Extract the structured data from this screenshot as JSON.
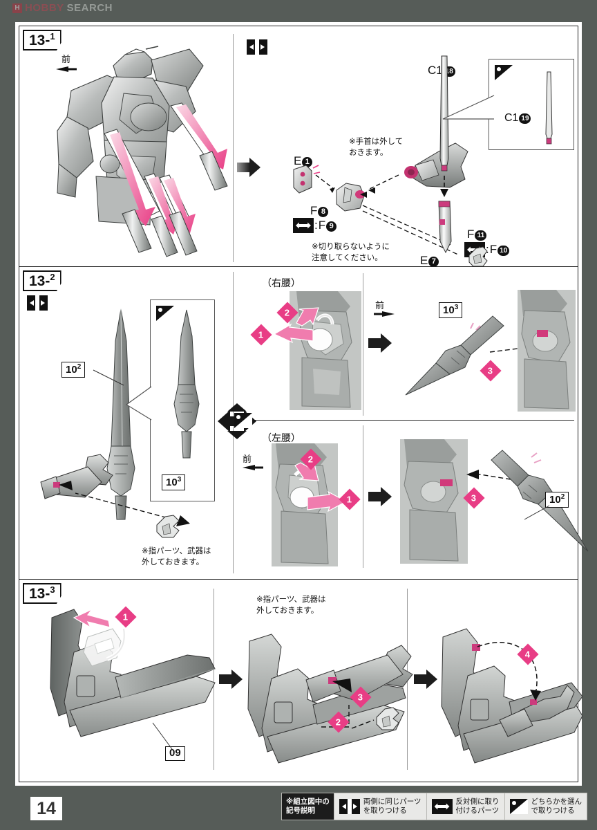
{
  "watermark": {
    "mark": "⬛",
    "hobby": "HOBBY",
    "search": "SEARCH"
  },
  "page": {
    "number": "14"
  },
  "colors": {
    "page_background": "#565c58",
    "sheet": "#ffffff",
    "accent_pink": "#e83d85",
    "ink": "#111111"
  },
  "sections": [
    {
      "id": "13-1",
      "badge_main": "13",
      "badge_sub": "1",
      "symbol": "both-sides-icon",
      "front_label": "前",
      "notes": [
        "※手首は外して\nおきます。",
        "※切り取らないように\n注意してください。"
      ],
      "part_codes": [
        {
          "code": "E",
          "num": "1"
        },
        {
          "code": "F",
          "num": "8"
        },
        {
          "code": "F",
          "num": "9"
        },
        {
          "code": "E",
          "num": "7"
        },
        {
          "code": "F",
          "num": "11"
        },
        {
          "code": "F",
          "num": "10"
        },
        {
          "code": "C1",
          "num": "18"
        },
        {
          "code": "C1",
          "num": "19"
        }
      ],
      "inset": {
        "symbol": "choose-one-icon",
        "label_code": "C1",
        "label_num": "19"
      }
    },
    {
      "id": "13-2",
      "badge_main": "13",
      "badge_sub": "2",
      "symbol": "both-sides-icon",
      "inset": {
        "symbol": "choose-one-icon",
        "ref": "10-3"
      },
      "refs": [
        {
          "main": "10",
          "sup": "2"
        },
        {
          "main": "10",
          "sup": "3"
        },
        {
          "main": "10",
          "sup": "3"
        },
        {
          "main": "10",
          "sup": "2"
        }
      ],
      "notes": [
        "※指パーツ、武器は\n外しておきます。"
      ],
      "sub_titles": [
        "（右腰）",
        "（左腰）"
      ],
      "front_label": "前",
      "step_numbers": [
        "1",
        "2",
        "3",
        "1",
        "2",
        "3"
      ]
    },
    {
      "id": "13-3",
      "badge_main": "13",
      "badge_sub": "3",
      "refs": [
        {
          "main": "09",
          "sup": ""
        }
      ],
      "notes": [
        "※指パーツ、武器は\n外しておきます。"
      ],
      "step_numbers": [
        "1",
        "2",
        "3",
        "4"
      ]
    }
  ],
  "legend": {
    "title": "※組立図中の\n記号説明",
    "items": [
      {
        "icon": "both-sides-icon",
        "text": "両側に同じパーツ\nを取りつける"
      },
      {
        "icon": "opposite-side-icon",
        "text": "反対側に取り\n付けるパーツ"
      },
      {
        "icon": "choose-one-icon",
        "text": "どちらかを選ん\nで取りつける"
      }
    ]
  }
}
